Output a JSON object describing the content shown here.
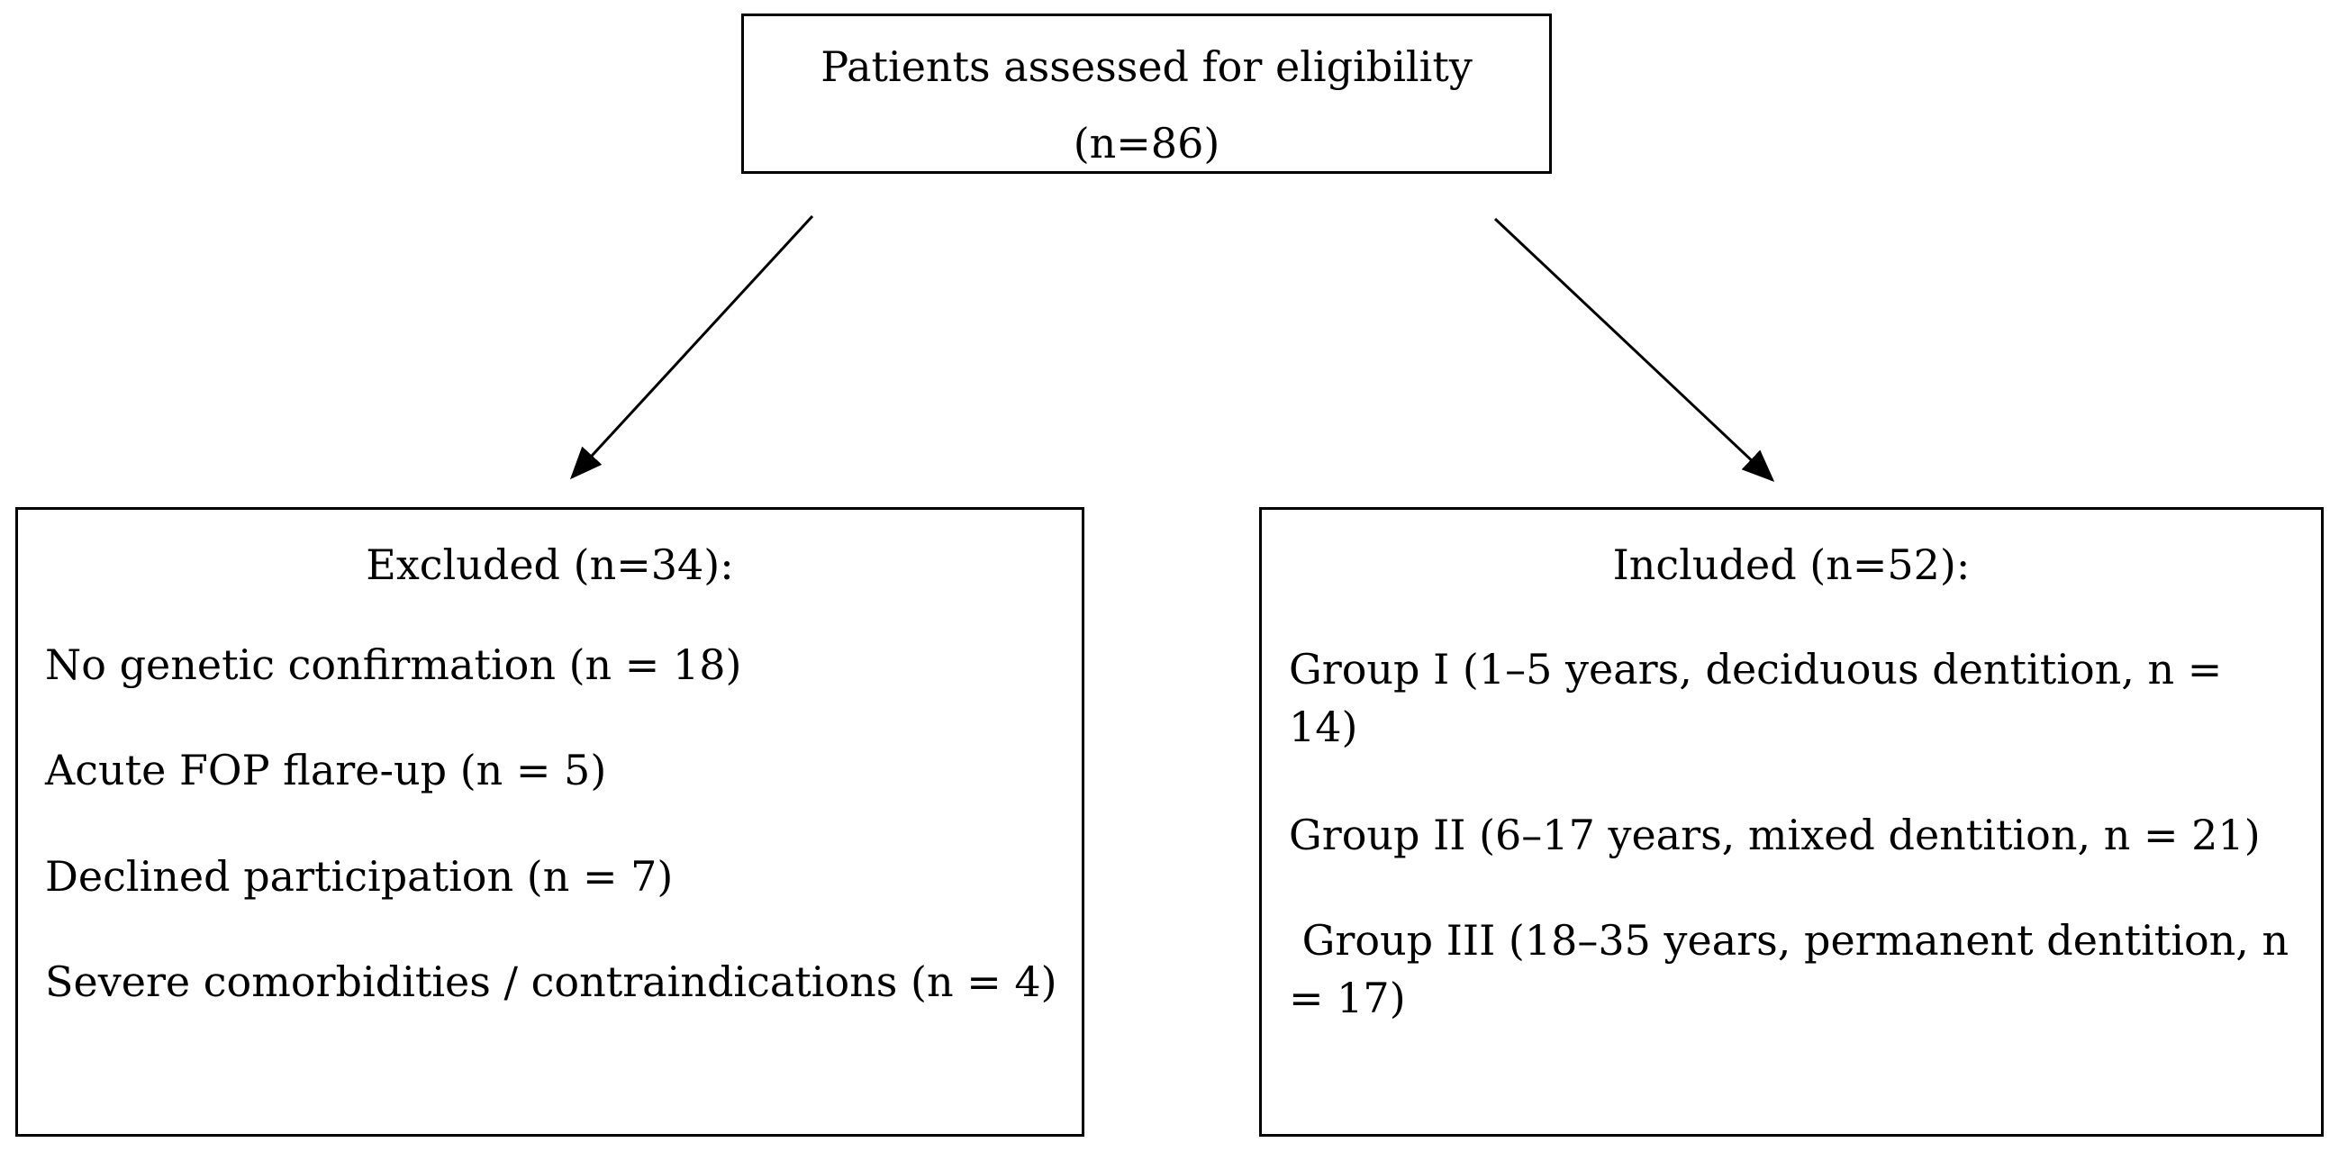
{
  "top_box": {
    "line1": "Patients assessed for eligibility",
    "line2": "(n=86)"
  },
  "excluded": {
    "heading": "Excluded (n=34):",
    "items": [
      "No genetic confirmation (n = 18)",
      "Acute FOP flare-up (n = 5)",
      "Declined participation (n = 7)",
      "Severe comorbidities / contraindications (n = 4)"
    ]
  },
  "included": {
    "heading": "Included (n=52):",
    "items": [
      "Group I (1–5 years, deciduous dentition, n = 14)",
      "Group II (6–17 years, mixed dentition, n = 21)",
      " Group III (18–35 years, permanent dentition, n = 17)"
    ]
  }
}
